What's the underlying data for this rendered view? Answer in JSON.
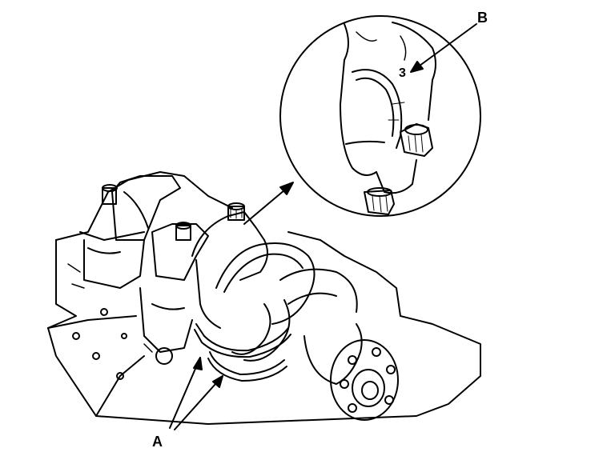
{
  "diagram": {
    "callouts": {
      "a": "A",
      "b": "B"
    },
    "part_mark": "3"
  },
  "colors": {
    "line": "#000000",
    "paper": "#ffffff"
  }
}
